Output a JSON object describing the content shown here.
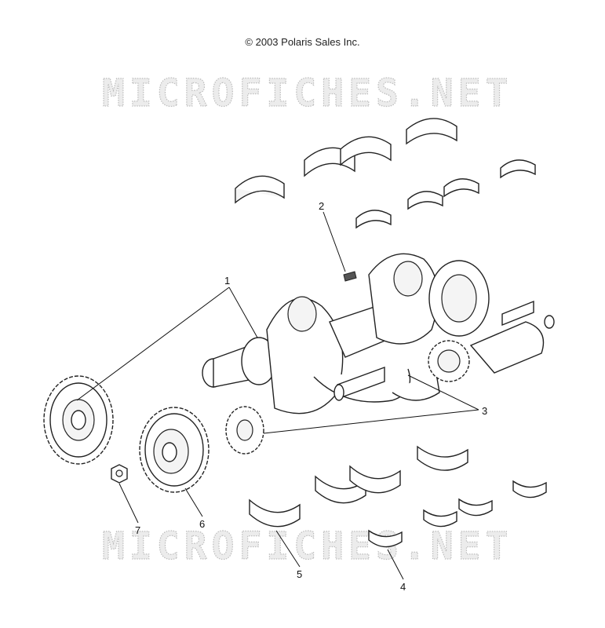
{
  "copyright": "© 2003 Polaris Sales Inc.",
  "watermark": "MICROFICHES.NET",
  "callouts": [
    "1",
    "2",
    "3",
    "4",
    "5",
    "6",
    "7"
  ]
}
